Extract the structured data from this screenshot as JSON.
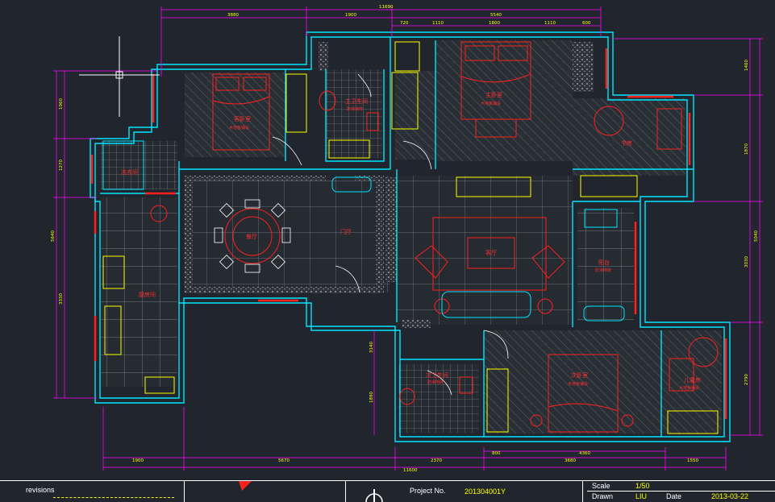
{
  "colors": {
    "background": "#21262e",
    "wall": "#00ffff",
    "dimension": "#ff00ff",
    "furniture": "#ff2020",
    "fixture": "#ffff00",
    "grid": "#8a8f96",
    "text": "#ff3030"
  },
  "dimensions": {
    "top_total": "11690",
    "top_a": "3880",
    "top_b": "1900",
    "top_c": "5540",
    "top_d1": "720",
    "top_d2": "1110",
    "top_d3": "1800",
    "top_d4": "1110",
    "top_d5": "600",
    "left_1": "1960",
    "left_2": "1270",
    "left_3": "5640",
    "left_4": "3330",
    "right_1": "1460",
    "right_2": "1870",
    "right_3": "5040",
    "right_4": "3030",
    "right_5": "2790",
    "bottom_total": "11600",
    "bottom_1": "1900",
    "bottom_2": "5670",
    "bottom_3": "2370",
    "bottom_4": "3680",
    "bottom_5": "1550",
    "bottom_6": "4360",
    "bottom_7": "800",
    "mid_1": "3140",
    "mid_2": "1890"
  },
  "rooms": {
    "guest_bedroom": "客卧室",
    "guest_bedroom_note": "木地板铺设",
    "master_bath": "主卫生间",
    "master_bath_note": "防滑地砖",
    "master_bedroom": "主卧室",
    "master_bedroom_note": "木地板铺设",
    "study": "书房",
    "laundry": "洗衣间",
    "dining": "餐厅",
    "foyer": "门厅",
    "living": "客厅",
    "kitchen": "厨房间",
    "balcony": "阳台",
    "balcony_note": "防滑地砖",
    "second_bath": "次卫生间",
    "second_bath_note": "防滑地砖",
    "second_bedroom": "次卧室",
    "second_bedroom_note": "木地板铺设",
    "kids_room": "儿童房",
    "kids_room_note": "木地板铺设"
  },
  "titleblock": {
    "revisions_label": "revisions",
    "project_no_label": "Project No.",
    "project_no_value": "201304001Y",
    "scale_label": "Scale",
    "scale_value": "1/50",
    "drawn_label": "Drawn",
    "drawn_value": "LIU",
    "date_label": "Date",
    "date_value": "2013-03-22"
  }
}
